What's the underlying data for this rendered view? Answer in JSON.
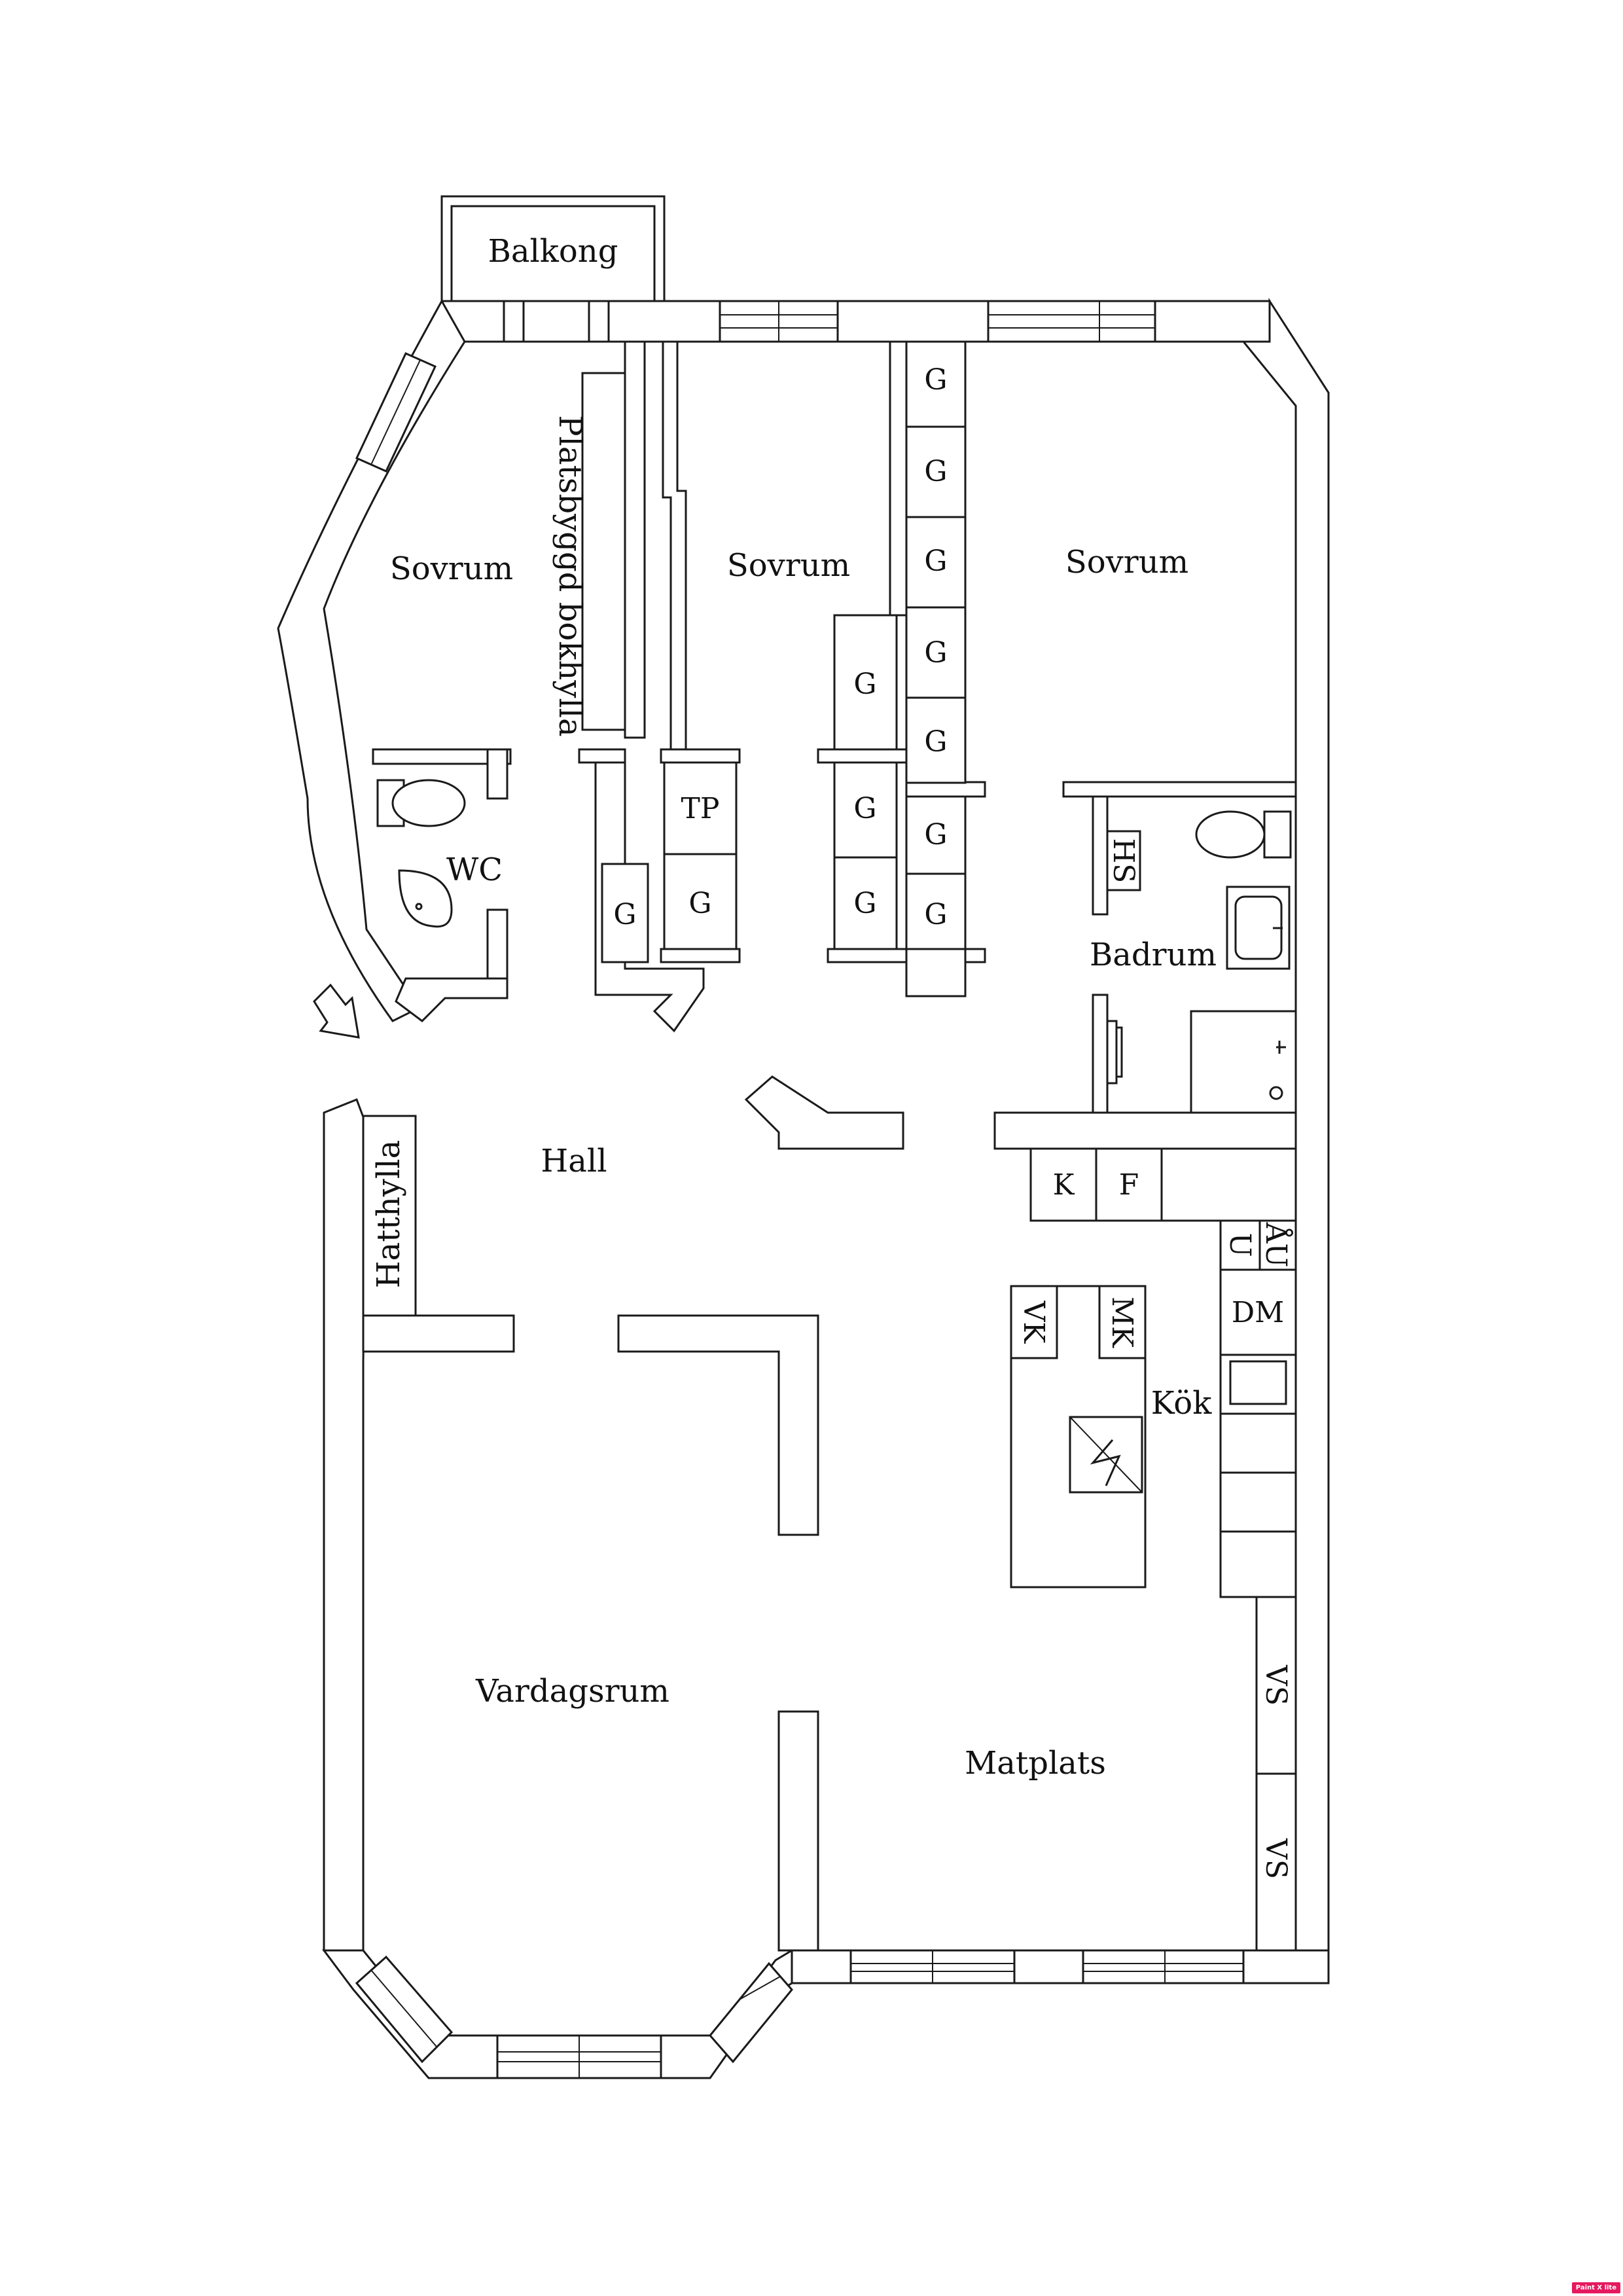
{
  "rooms": {
    "balkong": "Balkong",
    "sovrum_1": "Sovrum",
    "sovrum_2": "Sovrum",
    "sovrum_3": "Sovrum",
    "bokhylla": "Platsbyggd bokhylla",
    "wc": "WC",
    "hall": "Hall",
    "hatthylla": "Hatthylla",
    "badrum": "Badrum",
    "kok": "Kök",
    "vardagsrum": "Vardagsrum",
    "matplats": "Matplats"
  },
  "fixtures": {
    "garderob": "G",
    "torkskap": "TP",
    "hs": "HS",
    "kyl": "K",
    "frys": "F",
    "au": "ÅU",
    "u": "U",
    "dm": "DM",
    "vk": "VK",
    "mk": "MK",
    "vs": "VS"
  },
  "badge": "Paint X lite"
}
